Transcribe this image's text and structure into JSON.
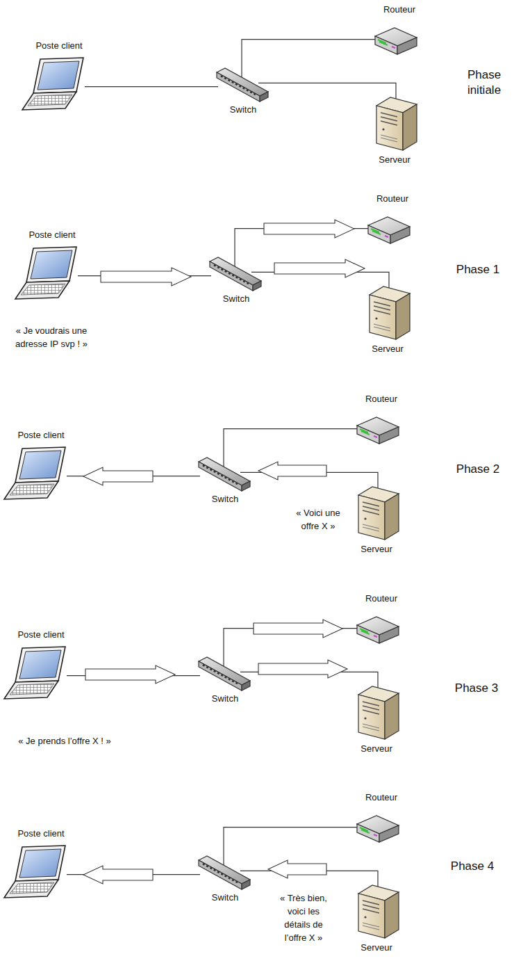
{
  "diagram": {
    "nodes": [
      {
        "text": [
          "Poste client"
        ]
      },
      {
        "text": [
          "Routeur"
        ]
      },
      {
        "text": [
          "Switch"
        ]
      },
      {
        "text": [
          "Serveur"
        ]
      },
      {
        "text": [
          "Poste client"
        ]
      },
      {
        "text": [
          "Routeur"
        ]
      },
      {
        "text": [
          "Switch"
        ]
      },
      {
        "text": [
          "Serveur"
        ]
      },
      {
        "text": [
          "Poste client"
        ]
      },
      {
        "text": [
          "Routeur"
        ]
      },
      {
        "text": [
          "Switch"
        ]
      },
      {
        "text": [
          "Serveur"
        ]
      },
      {
        "text": [
          "Poste client"
        ]
      },
      {
        "text": [
          "Routeur"
        ]
      },
      {
        "text": [
          "Switch"
        ]
      },
      {
        "text": [
          "Serveur"
        ]
      },
      {
        "text": [
          "Poste client"
        ]
      },
      {
        "text": [
          "Routeur"
        ]
      },
      {
        "text": [
          "Switch"
        ]
      },
      {
        "text": [
          "Serveur"
        ]
      }
    ],
    "edges": [
      {
        "from": 0,
        "to": 2,
        "arrow": "none"
      },
      {
        "from": 2,
        "to": 1,
        "arrow": "none"
      },
      {
        "from": 2,
        "to": 3,
        "arrow": "none"
      },
      {
        "from": 4,
        "to": 6,
        "arrow": "none"
      },
      {
        "from": 6,
        "to": 5,
        "arrow": "none"
      },
      {
        "from": 6,
        "to": 7,
        "arrow": "none"
      },
      {
        "from": 8,
        "to": 10,
        "arrow": "none"
      },
      {
        "from": 10,
        "to": 9,
        "arrow": "none"
      },
      {
        "from": 10,
        "to": 11,
        "arrow": "none"
      },
      {
        "from": 12,
        "to": 14,
        "arrow": "none"
      },
      {
        "from": 14,
        "to": 13,
        "arrow": "none"
      },
      {
        "from": 14,
        "to": 15,
        "arrow": "none"
      },
      {
        "from": 16,
        "to": 18,
        "arrow": "none"
      },
      {
        "from": 18,
        "to": 17,
        "arrow": "none"
      },
      {
        "from": 18,
        "to": 19,
        "arrow": "none"
      }
    ],
    "labels": [
      "Phase initiale",
      "Phase 1",
      "« Je voudrais une adresse IP svp ! »",
      "Phase 2",
      "« Voici une offre X »",
      "Phase 3",
      "« Je prends l’offre X ! »",
      "Phase 4",
      "« Très bien, voici les détails de l’offre X »"
    ]
  }
}
